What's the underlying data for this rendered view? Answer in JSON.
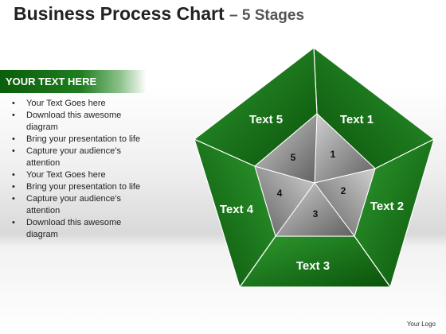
{
  "header": {
    "title": "Business Process Chart",
    "subtitle": "– 5 Stages"
  },
  "sidebar": {
    "heading": "YOUR TEXT HERE",
    "items": [
      "Your Text Goes here",
      "Download this awesome diagram",
      "Bring your presentation to life",
      "Capture your audience’s attention",
      "Your Text Goes here",
      "Bring your presentation to life",
      "Capture your audience’s attention",
      "Download this awesome diagram"
    ]
  },
  "diagram": {
    "segments": [
      {
        "label": "Text 1",
        "number": "1"
      },
      {
        "label": "Text 2",
        "number": "2"
      },
      {
        "label": "Text 3",
        "number": "3"
      },
      {
        "label": "Text 4",
        "number": "4"
      },
      {
        "label": "Text 5",
        "number": "5"
      }
    ],
    "colors": {
      "outer_light": "#2e9a2e",
      "outer_dark": "#0a520a",
      "inner_light": "#d0d0d0",
      "inner_dark": "#606060"
    }
  },
  "footer": {
    "logo_text": "Your Logo"
  }
}
